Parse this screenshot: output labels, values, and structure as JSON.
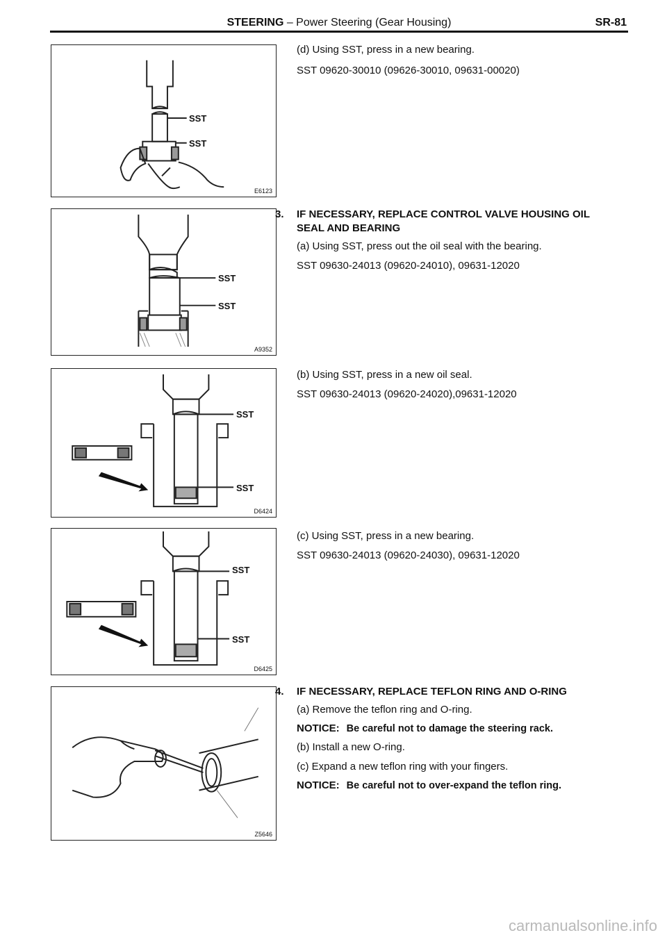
{
  "header": {
    "section": "STEERING",
    "subsection": " – Power Steering (Gear Housing)",
    "page": "SR-81"
  },
  "figures": [
    {
      "code": "E6123",
      "labels": [
        "SST",
        "SST"
      ]
    },
    {
      "code": "A9352",
      "labels": [
        "SST",
        "SST"
      ]
    },
    {
      "code": "D6424",
      "labels": [
        "SST",
        "SST"
      ]
    },
    {
      "code": "D6425",
      "labels": [
        "SST",
        "SST"
      ]
    },
    {
      "code": "Z5646",
      "labels": []
    }
  ],
  "steps": {
    "d": {
      "text": "(d) Using SST, press in a new bearing.",
      "sst": "SST 09620-30010 (09626-30010, 09631-00020)"
    },
    "s3": {
      "num": "3.",
      "heading1": "IF NECESSARY, REPLACE CONTROL VALVE HOUSING OIL",
      "heading2": "SEAL AND BEARING",
      "a": {
        "text": "(a) Using SST, press out the oil seal with the bearing.",
        "sst": "SST 09630-24013 (09620-24010), 09631-12020"
      },
      "b": {
        "text": "(b) Using SST, press in a new oil seal.",
        "sst": "SST 09630-24013 (09620-24020),09631-12020"
      },
      "c": {
        "text": "(c) Using SST, press in a new bearing.",
        "sst": "SST 09630-24013 (09620-24030), 09631-12020"
      }
    },
    "s4": {
      "num": "4.",
      "heading": "IF NECESSARY, REPLACE TEFLON RING AND O-RING",
      "a": "(a) Remove the teflon ring and O-ring.",
      "notice1_key": "NOTICE:",
      "notice1_val": "Be careful not to damage the steering rack.",
      "b": "(b) Install a new O-ring.",
      "c": "(c) Expand a new teflon ring with your fingers.",
      "notice2_key": "NOTICE:",
      "notice2_val": "Be careful not to over-expand the teflon ring."
    }
  },
  "watermark": "carmanualsonline.info"
}
